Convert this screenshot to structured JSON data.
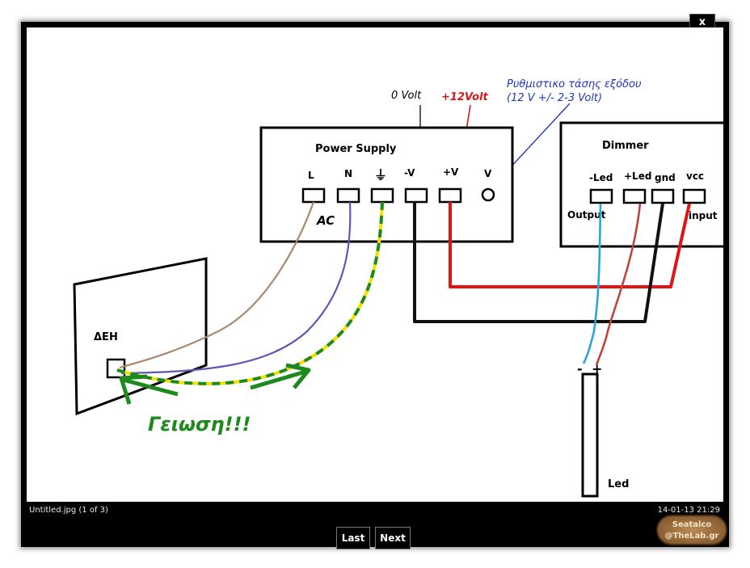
{
  "viewer": {
    "close_label": "x",
    "caption_filename": "Untitled.jpg (1 of 3)",
    "caption_timestamp": "14-01-13 21:29",
    "last_label": "Last",
    "next_label": "Next"
  },
  "diagram": {
    "label_0volt": "0 Volt",
    "label_12volt": "+12Volt",
    "label_reg_line1": "Ρυθμιστικο τάσης εξόδου",
    "label_reg_line2": "(12 V +/-  2-3 Volt)",
    "power_supply_title": "Power Supply",
    "ps_term_L": "L",
    "ps_term_N": "N",
    "ps_term_gnd": "⏚",
    "ps_term_negv": "-V",
    "ps_term_posv": "+V",
    "ps_term_v": "V",
    "ac_label": "AC",
    "dimmer_title": "Dimmer",
    "dim_term_negled": "-Led",
    "dim_term_posled": "+Led",
    "dim_term_gnd": "gnd",
    "dim_term_vcc": "vcc",
    "dim_output_label": "Output",
    "dim_input_label": "input",
    "deh_label": "ΔΕΗ",
    "ground_note": "Γειωση!!!",
    "led_label": "Led",
    "led_minus": "-",
    "led_plus": "+"
  },
  "watermark": {
    "line1": "Seatalco",
    "line2": "@TheLab.gr"
  },
  "colors": {
    "wire_brown": "#a98a6c",
    "wire_blue": "#5a5ab4",
    "wire_yellow": "#f4e000",
    "wire_green": "#1e8a1e",
    "wire_red": "#e31313",
    "wire_black": "#111111",
    "wire_cyan": "#2ba6d6",
    "wire_darkred": "#c0443a",
    "label_blue": "#1c36b8",
    "label_red": "#d11a1a"
  }
}
